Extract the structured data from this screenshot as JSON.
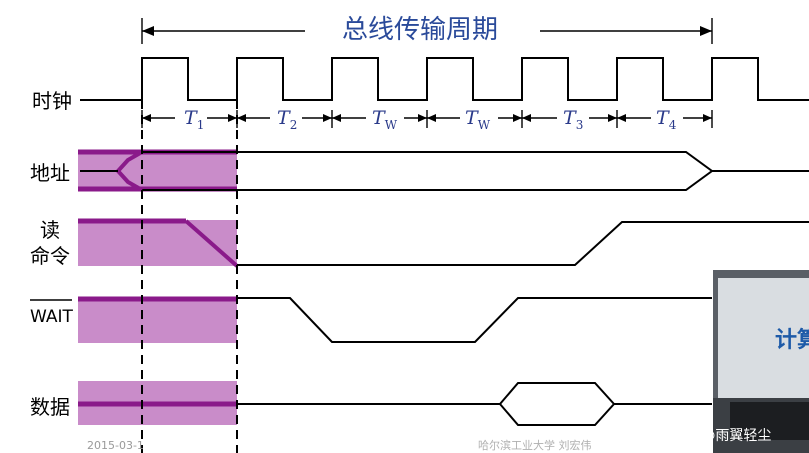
{
  "title": "总线传输周期",
  "signals": {
    "clock": "时钟",
    "address": "地址",
    "read_line1": "读",
    "read_line2": "命令",
    "wait": "WAIT",
    "data": "数据"
  },
  "periods": [
    {
      "base": "T",
      "sub": "1"
    },
    {
      "base": "T",
      "sub": "2"
    },
    {
      "base": "T",
      "sub": "W"
    },
    {
      "base": "T",
      "sub": "W"
    },
    {
      "base": "T",
      "sub": "3"
    },
    {
      "base": "T",
      "sub": "4"
    }
  ],
  "overlay": {
    "date": "2015-03-1",
    "institution": "哈尔滨工业大学  刘宏伟",
    "credit": "CSDN @雨翼轻尘",
    "inset_text": "计算"
  },
  "colors": {
    "title": "#2a4a9a",
    "period_label": "#2a3a8a",
    "highlight_fill": "#c98cc9",
    "highlight_line": "#8a1a8a"
  }
}
